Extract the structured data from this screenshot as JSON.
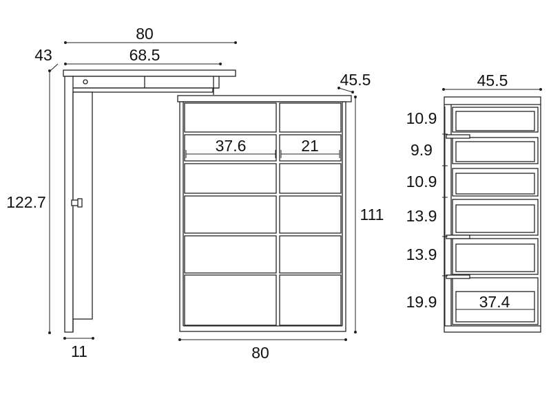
{
  "side_view": {
    "top_width": "80",
    "top_depth": "43",
    "inner_width": "68.5",
    "height": "122.7",
    "leg_width": "11"
  },
  "front_view": {
    "depth": "45.5",
    "height": "111",
    "width": "80",
    "left_drawer_width": "37.6",
    "right_drawer_width": "21"
  },
  "right_view": {
    "depth": "45.5",
    "drawer_heights": [
      "10.9",
      "9.9",
      "10.9",
      "13.9",
      "13.9",
      "19.9"
    ],
    "inner_drawer_width": "37.4"
  }
}
